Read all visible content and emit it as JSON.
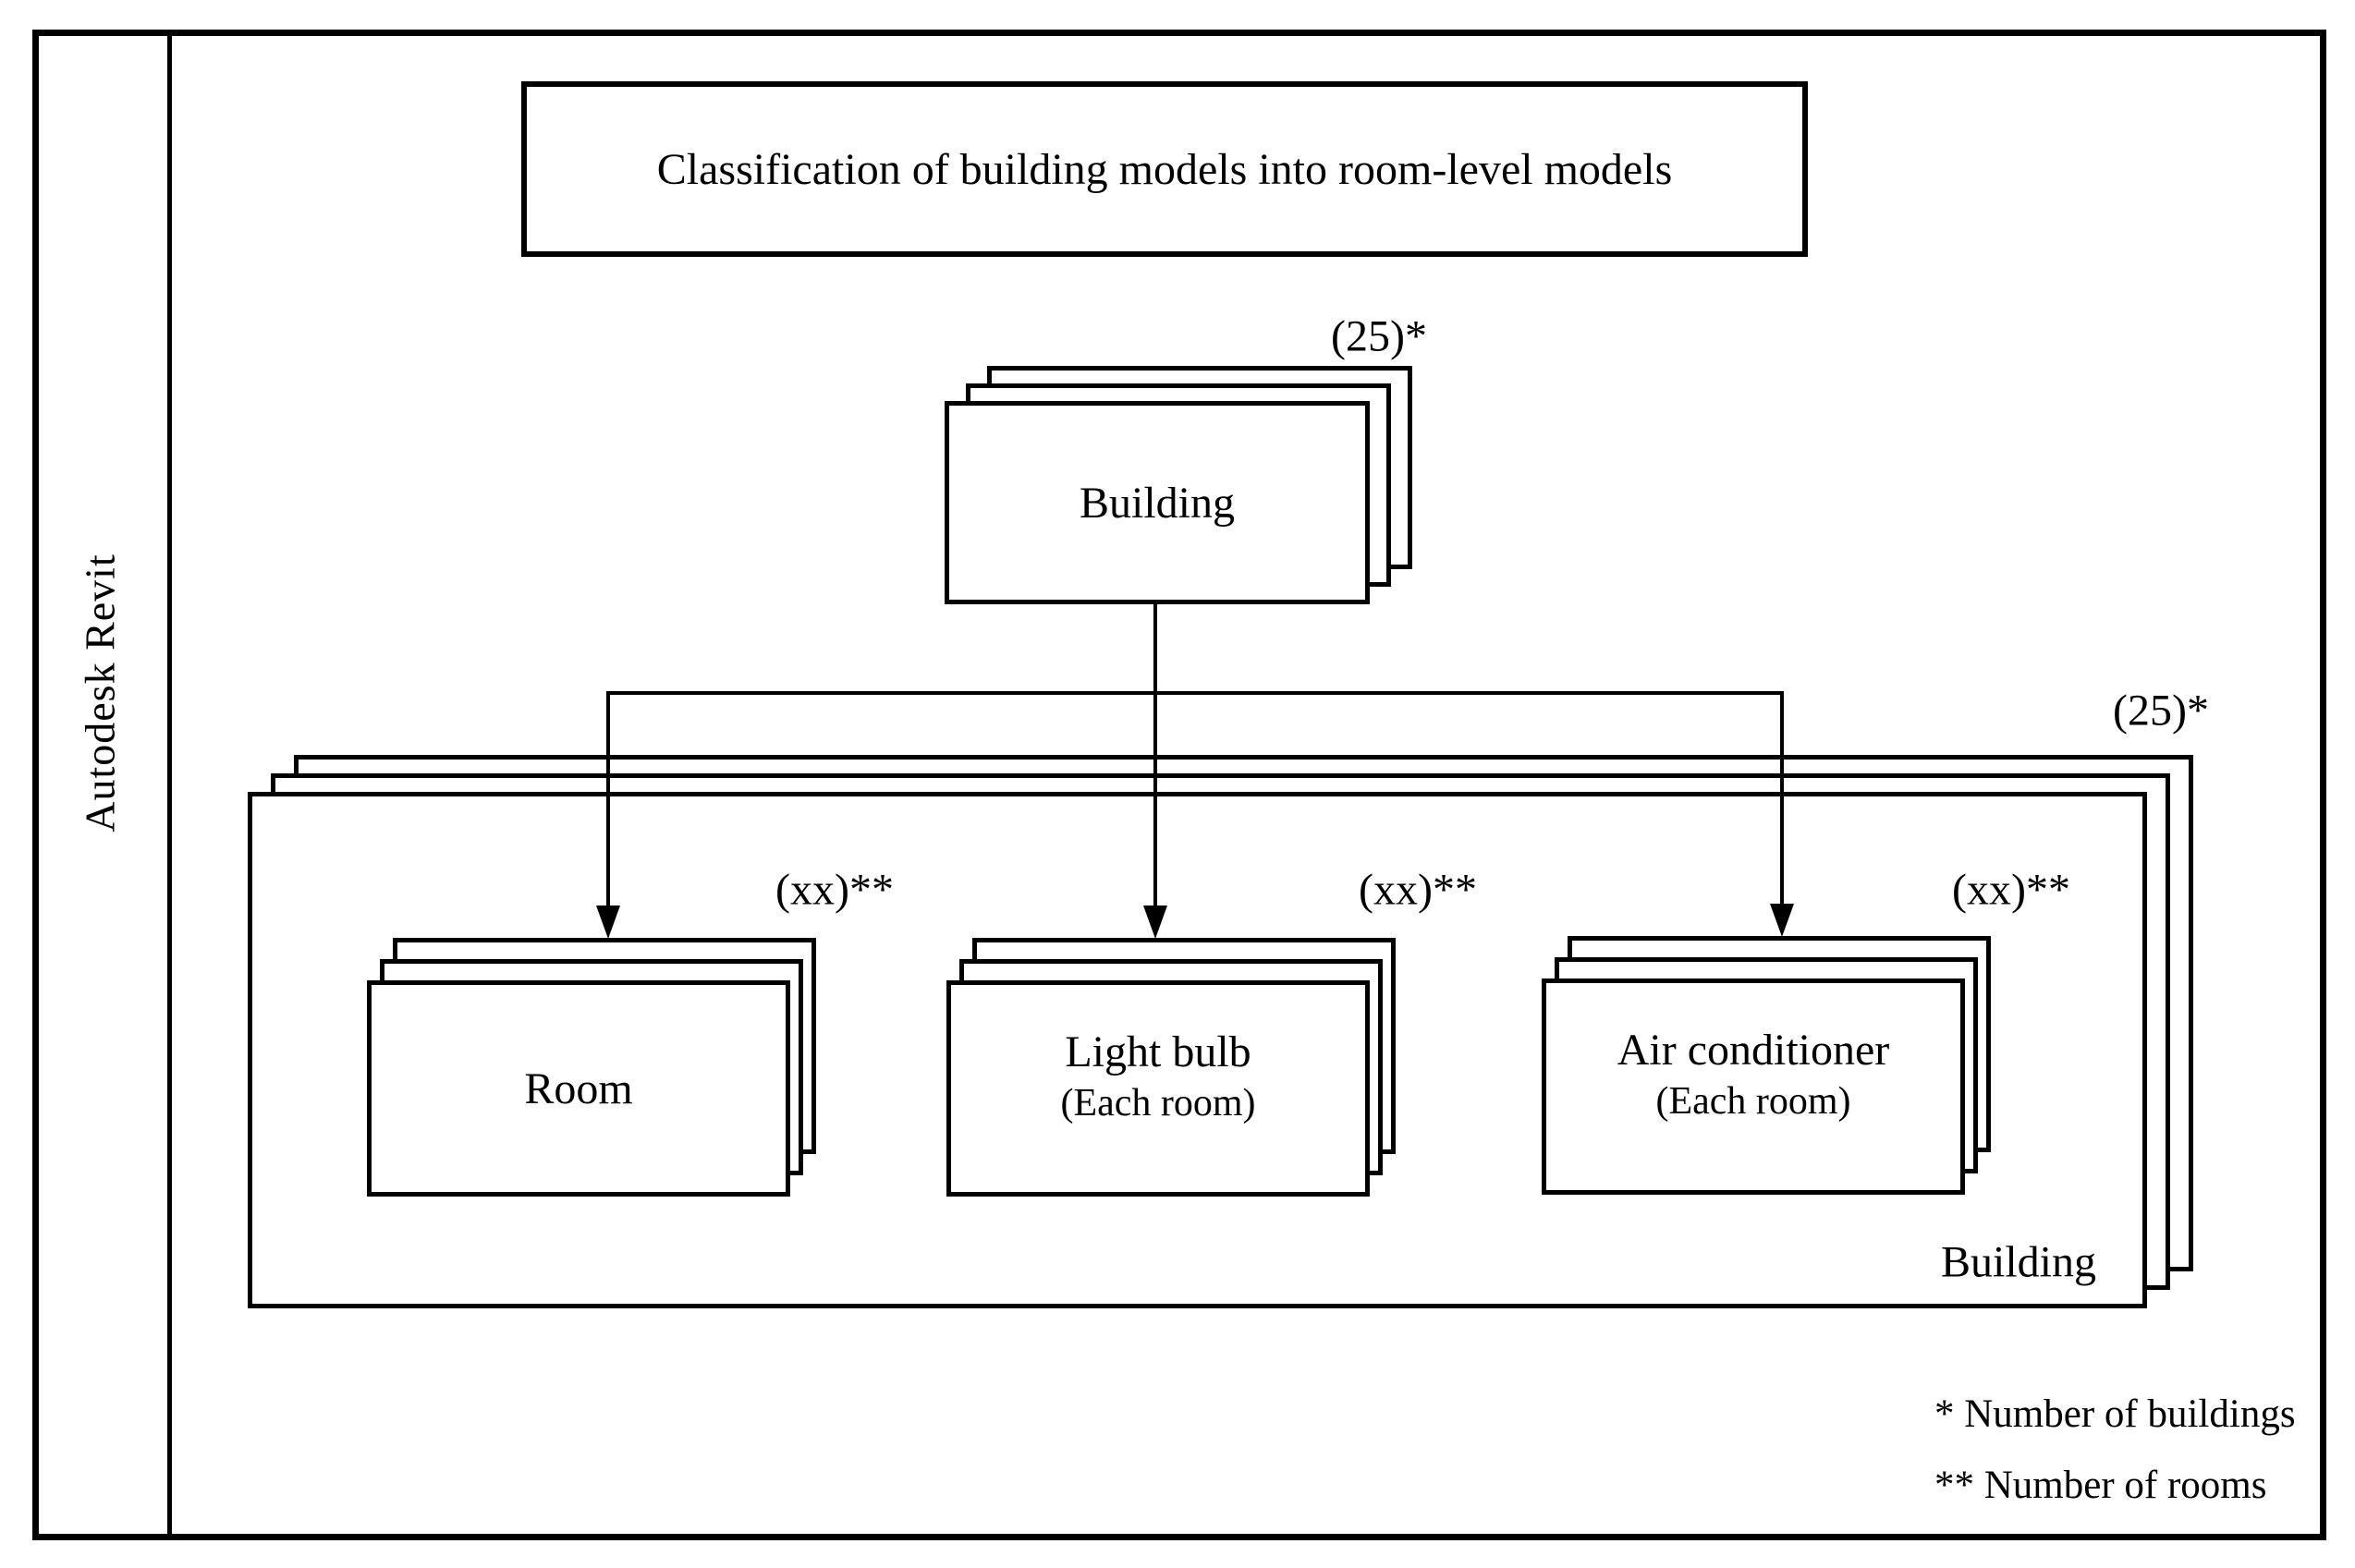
{
  "colors": {
    "line": "#000000",
    "background": "#ffffff"
  },
  "sidebar": {
    "label": "Autodesk Revit"
  },
  "title": {
    "text": "Classification of building models into room-level models"
  },
  "top_stack": {
    "label": "Building",
    "count": "(25)*"
  },
  "container": {
    "label": "Building",
    "count": "(25)*"
  },
  "children": [
    {
      "label": "Room",
      "count": "(xx)**"
    },
    {
      "label": "Light bulb",
      "sublabel": "(Each room)",
      "count": "(xx)**"
    },
    {
      "label": "Air conditioner",
      "sublabel": "(Each room)",
      "count": "(xx)**"
    }
  ],
  "footnotes": [
    "* Number of buildings",
    "** Number of rooms"
  ]
}
